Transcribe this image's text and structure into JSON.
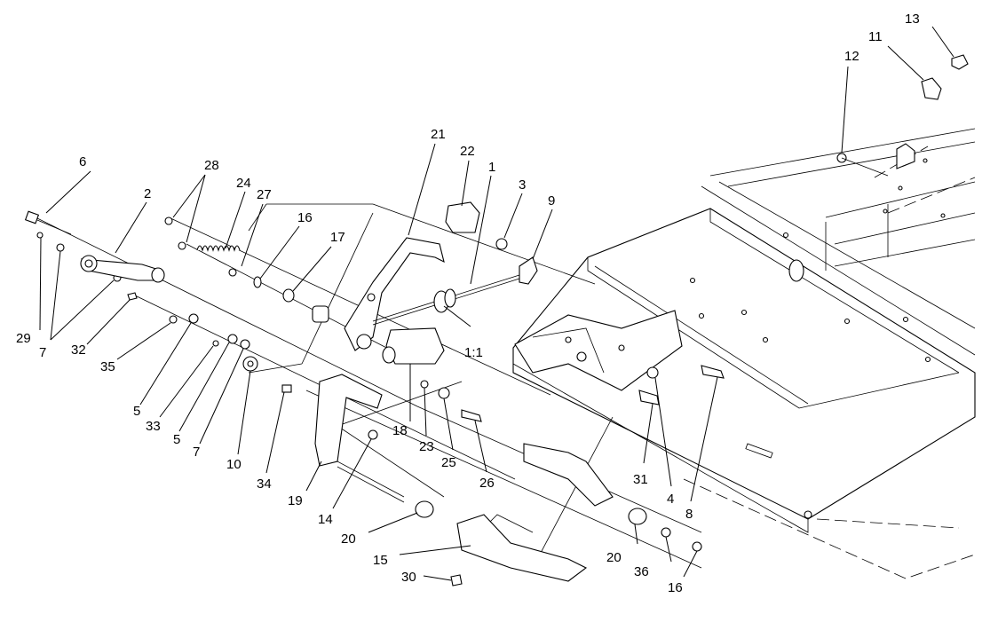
{
  "callouts": [
    {
      "id": "c1",
      "label": "1"
    },
    {
      "id": "c2",
      "label": "2"
    },
    {
      "id": "c3",
      "label": "3"
    },
    {
      "id": "c4",
      "label": "4"
    },
    {
      "id": "c5a",
      "label": "5"
    },
    {
      "id": "c5b",
      "label": "5"
    },
    {
      "id": "c6",
      "label": "6"
    },
    {
      "id": "c7a",
      "label": "7"
    },
    {
      "id": "c7b",
      "label": "7"
    },
    {
      "id": "c8",
      "label": "8"
    },
    {
      "id": "c9",
      "label": "9"
    },
    {
      "id": "c10",
      "label": "10"
    },
    {
      "id": "c11",
      "label": "11"
    },
    {
      "id": "c12",
      "label": "12"
    },
    {
      "id": "c13",
      "label": "13"
    },
    {
      "id": "c14",
      "label": "14"
    },
    {
      "id": "c15",
      "label": "15"
    },
    {
      "id": "c16a",
      "label": "16"
    },
    {
      "id": "c16b",
      "label": "16"
    },
    {
      "id": "c17",
      "label": "17"
    },
    {
      "id": "c18",
      "label": "18"
    },
    {
      "id": "c19",
      "label": "19"
    },
    {
      "id": "c20a",
      "label": "20"
    },
    {
      "id": "c20b",
      "label": "20"
    },
    {
      "id": "c21",
      "label": "21"
    },
    {
      "id": "c22",
      "label": "22"
    },
    {
      "id": "c23",
      "label": "23"
    },
    {
      "id": "c24",
      "label": "24"
    },
    {
      "id": "c25",
      "label": "25"
    },
    {
      "id": "c26",
      "label": "26"
    },
    {
      "id": "c27",
      "label": "27"
    },
    {
      "id": "c28",
      "label": "28"
    },
    {
      "id": "c29",
      "label": "29"
    },
    {
      "id": "c30",
      "label": "30"
    },
    {
      "id": "c31",
      "label": "31"
    },
    {
      "id": "c32",
      "label": "32"
    },
    {
      "id": "c33",
      "label": "33"
    },
    {
      "id": "c34",
      "label": "34"
    },
    {
      "id": "c35",
      "label": "35"
    },
    {
      "id": "c36",
      "label": "36"
    }
  ],
  "scale_note": "1:1"
}
